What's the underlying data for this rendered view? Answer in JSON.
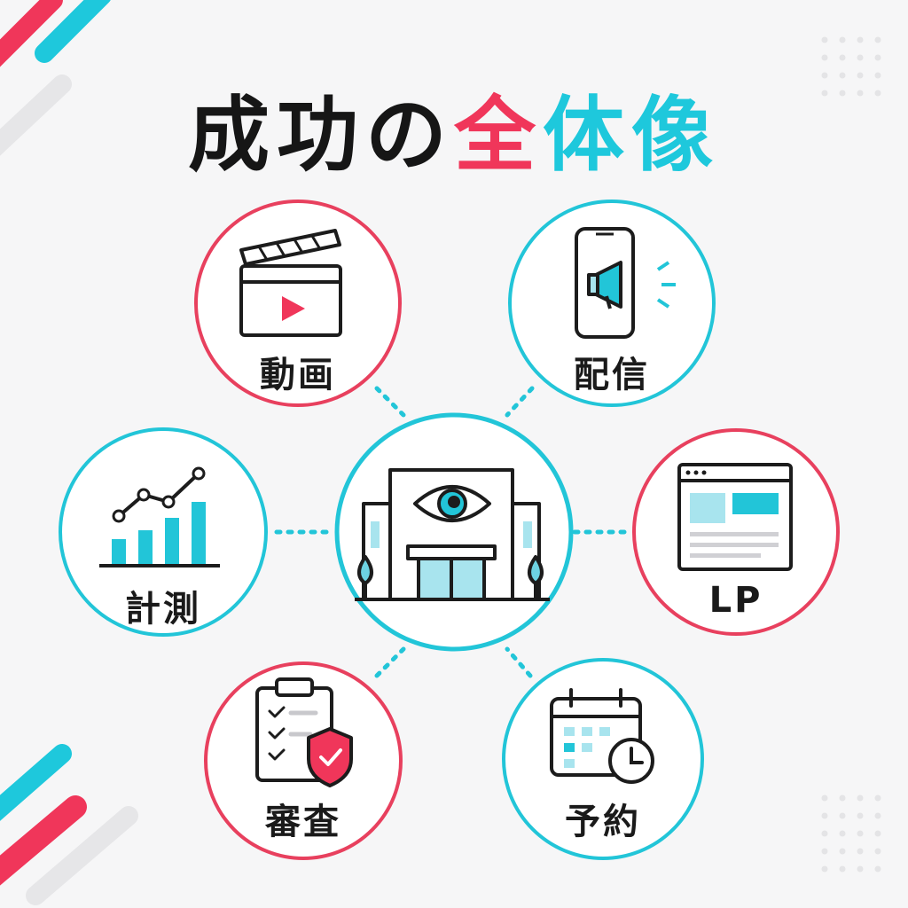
{
  "title": {
    "part1": "成功の",
    "part2": "全",
    "part3": "体像",
    "color_dark": "#161616",
    "color_red": "#f0365a",
    "color_cyan": "#1ec8dc"
  },
  "colors": {
    "red": "#e8405e",
    "cyan": "#22c5d8",
    "dark": "#1c1c1c",
    "light_blue": "#a8e4ee"
  },
  "center": {
    "icon": "building-with-eye-icon"
  },
  "nodes": [
    {
      "id": "video",
      "label": "動画",
      "icon": "clapperboard-play-icon",
      "ring": "red"
    },
    {
      "id": "delivery",
      "label": "配信",
      "icon": "smartphone-megaphone-icon",
      "ring": "cyan"
    },
    {
      "id": "measurement",
      "label": "計測",
      "icon": "bar-line-chart-icon",
      "ring": "cyan"
    },
    {
      "id": "lp",
      "label": "LP",
      "icon": "web-page-icon",
      "ring": "red"
    },
    {
      "id": "review",
      "label": "審査",
      "icon": "checklist-shield-icon",
      "ring": "red"
    },
    {
      "id": "booking",
      "label": "予約",
      "icon": "calendar-clock-icon",
      "ring": "cyan"
    }
  ]
}
